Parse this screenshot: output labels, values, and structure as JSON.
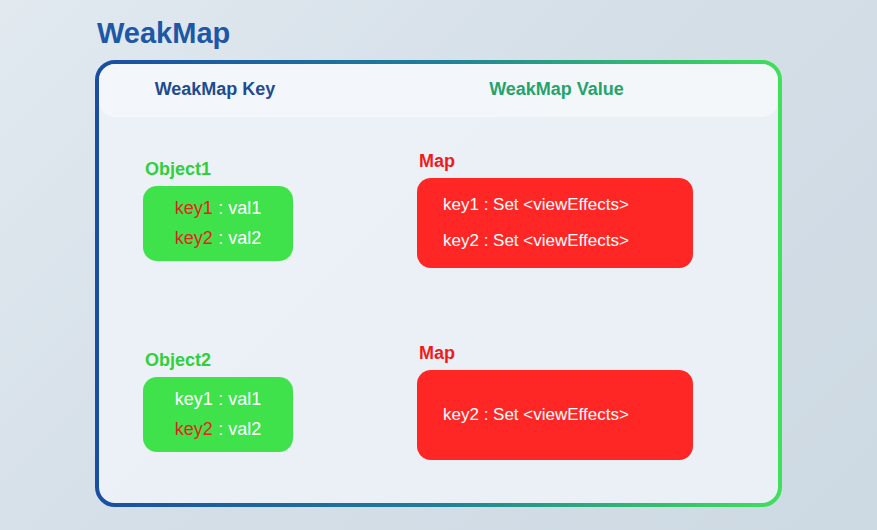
{
  "diagram": {
    "title": "WeakMap",
    "nodes": [
      {
        "text": [
          "Object1",
          "key1",
          ": val1",
          "key2",
          ": val2"
        ]
      },
      {
        "text": [
          "Map",
          "key1 : Set <viewEffects>",
          "key2 : Set <viewEffects>"
        ]
      },
      {
        "text": [
          "Object2",
          "key1",
          ": val1",
          "key2",
          ": val2"
        ]
      },
      {
        "text": [
          "Map",
          "key2 : Set <viewEffects>"
        ]
      }
    ],
    "labels": [
      "WeakMap Key",
      "WeakMap Value"
    ]
  }
}
